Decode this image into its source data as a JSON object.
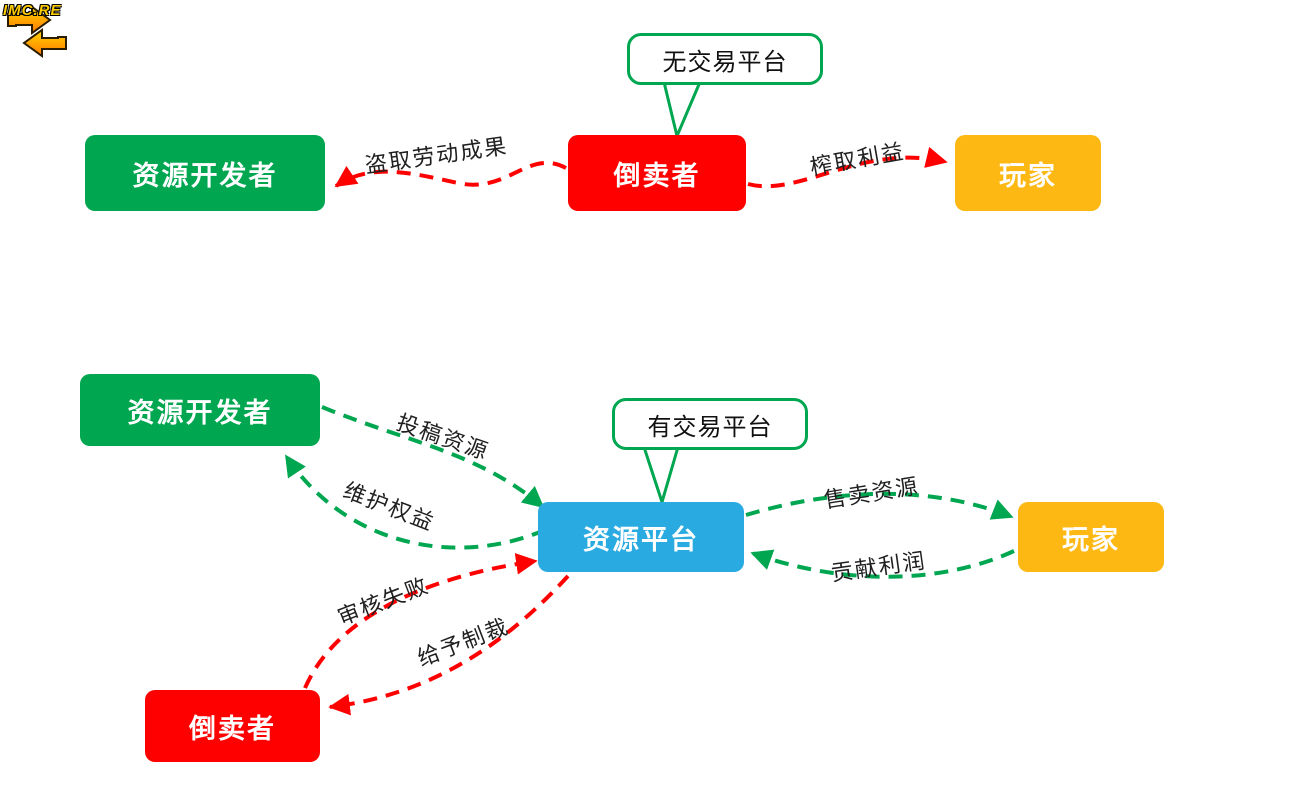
{
  "watermark": {
    "text": "IMC.RE"
  },
  "colors": {
    "node_green": "#00a650",
    "node_red": "#fe0000",
    "node_yellow": "#fdb813",
    "node_blue": "#29abe2",
    "edge_green": "#00a650",
    "edge_red": "#fe0000",
    "bubble_border": "#00a650",
    "edge_label_text": "#1f1f1f"
  },
  "top_diagram": {
    "bubble_label": "无交易平台",
    "nodes": {
      "developer": {
        "label": "资源开发者"
      },
      "reseller": {
        "label": "倒卖者"
      },
      "player": {
        "label": "玩家"
      }
    },
    "edges": {
      "steal_labor": {
        "label": "盗取劳动成果",
        "from": "倒卖者",
        "to": "资源开发者",
        "style": "red-dashed"
      },
      "extract_profit": {
        "label": "榨取利益",
        "from": "倒卖者",
        "to": "玩家",
        "style": "red-dashed"
      }
    }
  },
  "bottom_diagram": {
    "bubble_label": "有交易平台",
    "nodes": {
      "developer": {
        "label": "资源开发者"
      },
      "platform": {
        "label": "资源平台"
      },
      "player": {
        "label": "玩家"
      },
      "reseller": {
        "label": "倒卖者"
      }
    },
    "edges": {
      "submit_resources": {
        "label": "投稿资源",
        "from": "资源开发者",
        "to": "资源平台",
        "style": "green-dashed"
      },
      "protect_rights": {
        "label": "维护权益",
        "from": "资源平台",
        "to": "资源开发者",
        "style": "green-dashed"
      },
      "review_failed": {
        "label": "审核失败",
        "from": "倒卖者",
        "to": "资源平台",
        "style": "red-dashed"
      },
      "impose_sanctions": {
        "label": "给予制裁",
        "from": "资源平台",
        "to": "倒卖者",
        "style": "red-dashed"
      },
      "sell_resources": {
        "label": "售卖资源",
        "from": "资源平台",
        "to": "玩家",
        "style": "green-dashed"
      },
      "contribute_profit": {
        "label": "贡献利润",
        "from": "玩家",
        "to": "资源平台",
        "style": "green-dashed"
      }
    }
  }
}
